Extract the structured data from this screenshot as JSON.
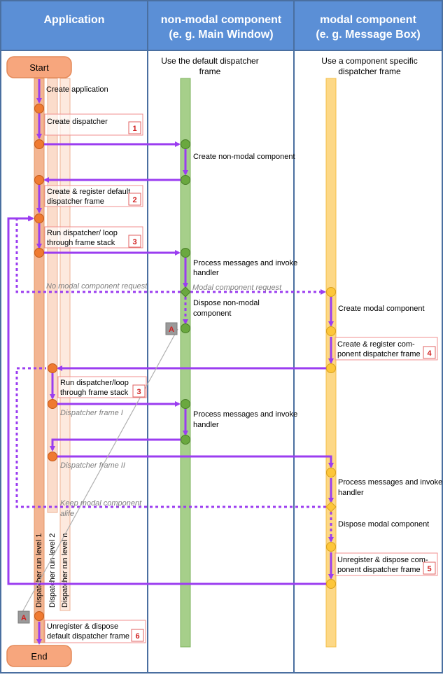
{
  "header": {
    "columns": [
      {
        "line1": "Application",
        "line2": ""
      },
      {
        "line1": "non-modal component",
        "line2": "(e. g. Main Window)"
      },
      {
        "line1": "modal component",
        "line2": "(e. g. Message Box)"
      }
    ]
  },
  "subtitles": {
    "nonmodal": [
      "Use the default dispatcher",
      "frame"
    ],
    "modal": [
      "Use a component specific",
      "dispatcher frame"
    ]
  },
  "terminals": {
    "start": "Start",
    "end": "End"
  },
  "labels": {
    "create_application": "Create application",
    "create_dispatcher": "Create dispatcher",
    "create_register_default": [
      "Create & register default",
      "dispatcher frame"
    ],
    "run_dispatcher_1": [
      "Run dispatcher/ loop",
      "through frame stack"
    ],
    "run_dispatcher_2": [
      "Run dispatcher/loop",
      "through frame stack"
    ],
    "unregister_default": [
      "Unregister & dispose",
      "default dispatcher frame"
    ],
    "create_nonmodal": "Create non-modal component",
    "process_messages_1": [
      "Process messages and invoke",
      "handler"
    ],
    "dispose_nonmodal": [
      "Dispose non-modal",
      "component"
    ],
    "process_messages_2": [
      "Process messages and invoke",
      "handler"
    ],
    "create_modal": "Create modal component",
    "create_register_component": [
      "Create & register com-",
      "ponent dispatcher frame"
    ],
    "process_messages_3": [
      "Process messages and invoke",
      "handler"
    ],
    "dispose_modal": "Dispose modal component",
    "unregister_component": [
      "Unregister & dispose com-",
      "ponent dispatcher frame"
    ]
  },
  "annotations": {
    "no_modal_request": "No modal component request",
    "modal_request": "Modal component request",
    "dispatcher_frame_1": "Dispatcher frame I",
    "dispatcher_frame_2": "Dispatcher frame II",
    "keep_modal_alive": [
      "Keep modal component",
      "alife"
    ],
    "level_1": "Dispatcher run level 1",
    "level_2": "Dispatcher run level 2",
    "level_n": "Dispatcher run level n"
  },
  "badges": {
    "b1": "1",
    "b2": "2",
    "b3a": "3",
    "b3b": "3",
    "b4": "4",
    "b5": "5",
    "b6": "6"
  },
  "markers": {
    "a_top": "A",
    "a_bottom": "A"
  },
  "colors": {
    "header_bg": "#5b8fd6",
    "header_text": "#ffffff",
    "border": "#4a6fa0",
    "app_bar": "#f3b592",
    "app_bar_light": "#fbdccb",
    "app_node": "#ef7a31",
    "nonmodal_bar": "#a6cf8a",
    "nonmodal_node": "#6aa83f",
    "modal_bar": "#fdd886",
    "modal_node": "#fdc63a",
    "arrow": "#9b3df0",
    "badge_border": "#e06060",
    "badge_text": "#d02020",
    "annotation": "#808080",
    "marker_bg": "#9a9a9a"
  }
}
